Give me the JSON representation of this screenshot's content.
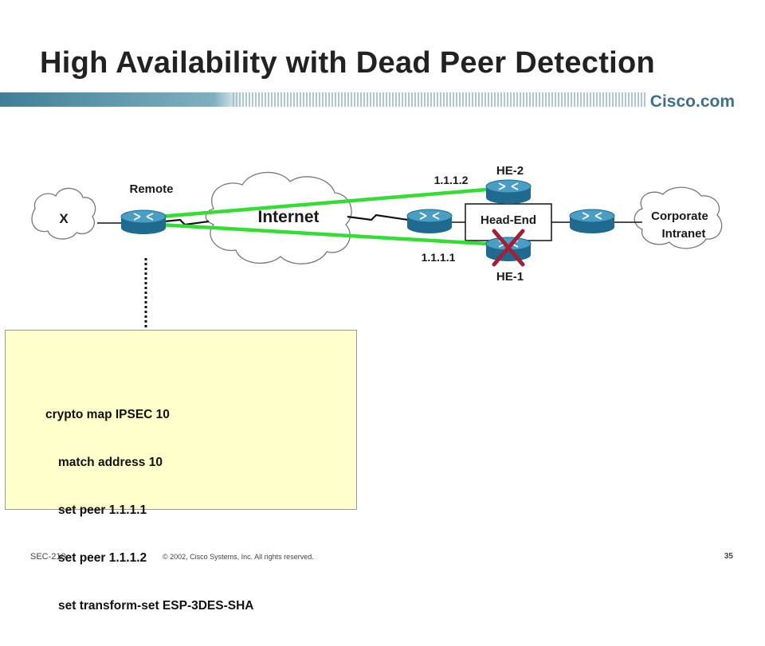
{
  "title": "High Availability with Dead Peer Detection",
  "logo": "Cisco.com",
  "diagram": {
    "cloud_x": "X",
    "cloud_internet": "Internet",
    "cloud_corporate_line1": "Corporate",
    "cloud_corporate_line2": "Intranet",
    "remote_label": "Remote",
    "he2_label": "HE-2",
    "he1_label": "HE-1",
    "headend_label": "Head-End",
    "ip_he2": "1.1.1.2",
    "ip_he1": "1.1.1.1"
  },
  "config": {
    "lines": [
      "crypto map IPSEC 10",
      "match address 10",
      "set peer 1.1.1.1",
      "set peer 1.1.1.2",
      "set transform-set ESP-3DES-SHA"
    ]
  },
  "footer": {
    "course_code": "SEC-210",
    "copyright": "© 2002, Cisco Systems, Inc. All rights reserved.",
    "page_number": "35"
  },
  "colors": {
    "tunnel_green": "#33dd33",
    "router_blue": "#2a7fa6",
    "fail_x": "#a0203a",
    "config_bg": "#ffffcc",
    "band_teal": "#3f7f97"
  }
}
